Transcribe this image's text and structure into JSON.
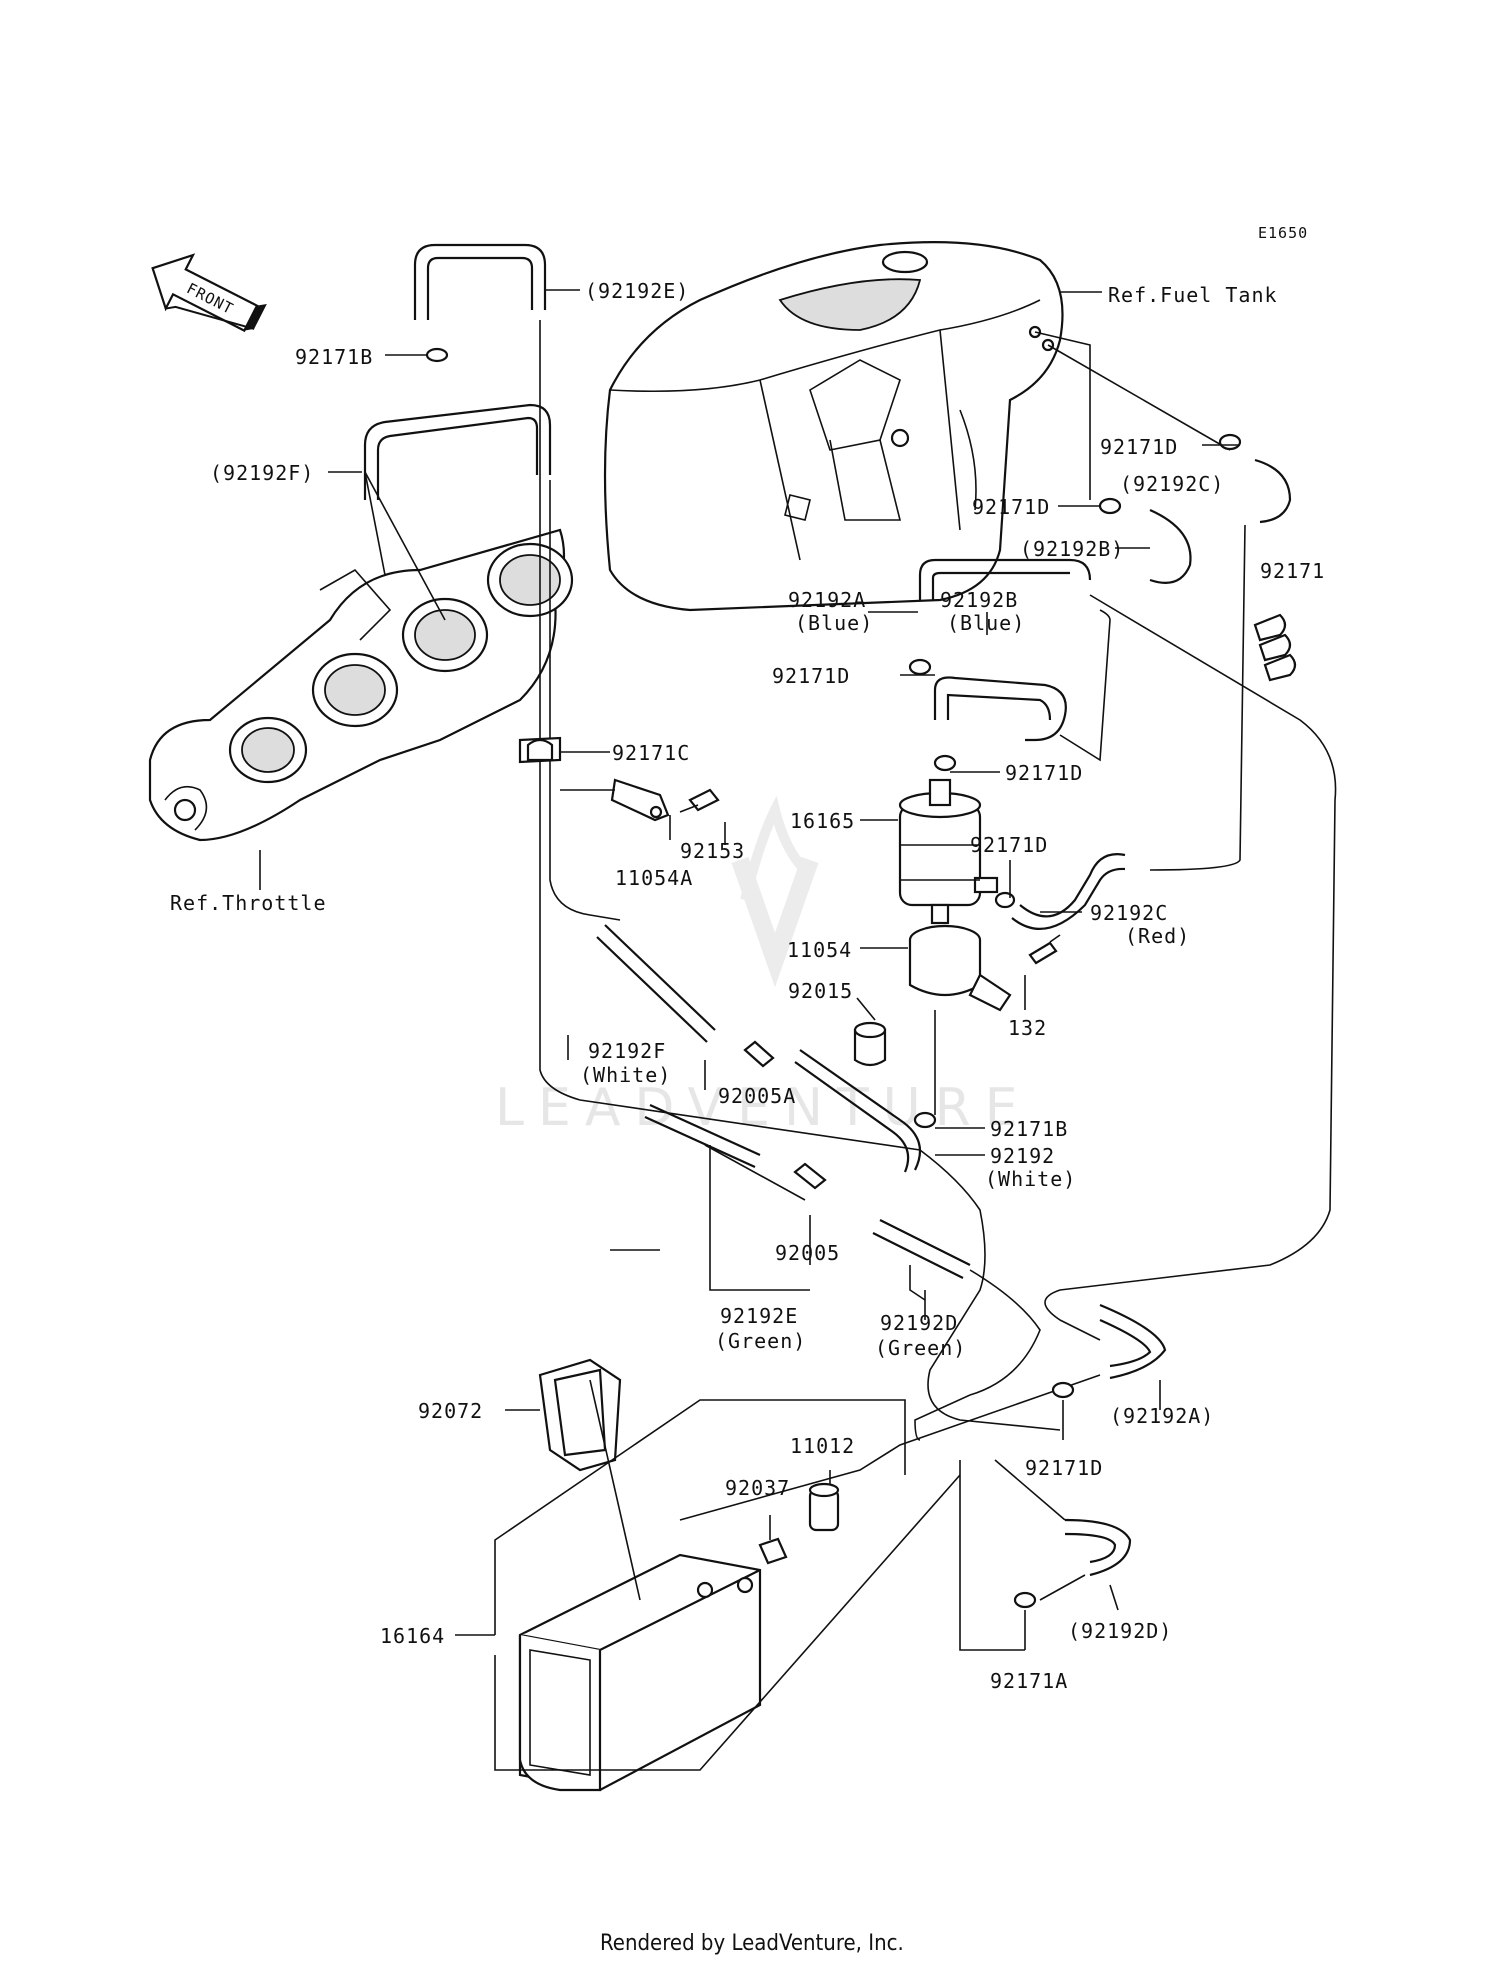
{
  "diagram_code": "E1650",
  "front_label": "FRONT",
  "watermark": "LEADVENTURE",
  "footer": "Rendered by LeadVenture, Inc.",
  "refs": {
    "fuel_tank": "Ref.Fuel Tank",
    "throttle": "Ref.Throttle"
  },
  "callouts": {
    "c_92192E_top": "(92192E)",
    "c_92171B_top": "92171B",
    "c_92192F_top": "(92192F)",
    "c_92171C": "92171C",
    "c_92153": "92153",
    "c_11054A": "11054A",
    "c_92192F": "92192F",
    "c_92192F_sub": "(White)",
    "c_92005A": "92005A",
    "c_92005": "92005",
    "c_92192E": "92192E",
    "c_92192E_sub": "(Green)",
    "c_92192D": "92192D",
    "c_92192D_sub": "(Green)",
    "c_92072": "92072",
    "c_16164": "16164",
    "c_92037": "92037",
    "c_11012": "11012",
    "c_92171D_tr": "92171D",
    "c_92192C_tr": "(92192C)",
    "c_92171D_b": "92171D",
    "c_92192B_r": "(92192B)",
    "c_92171": "92171",
    "c_92192A": "92192A",
    "c_92192A_sub": "(Blue)",
    "c_92192B": "92192B",
    "c_92192B_sub": "(Blue)",
    "c_92171D_l": "92171D",
    "c_92171D_m": "92171D",
    "c_16165": "16165",
    "c_92171D_c": "92171D",
    "c_92192C": "92192C",
    "c_92192C_sub": "(Red)",
    "c_11054": "11054",
    "c_92015": "92015",
    "c_132": "132",
    "c_92171B": "92171B",
    "c_92192": "92192",
    "c_92192_sub": "(White)",
    "c_92192A_low": "(92192A)",
    "c_92171D_low": "92171D",
    "c_92192D_low": "(92192D)",
    "c_92171A": "92171A"
  }
}
